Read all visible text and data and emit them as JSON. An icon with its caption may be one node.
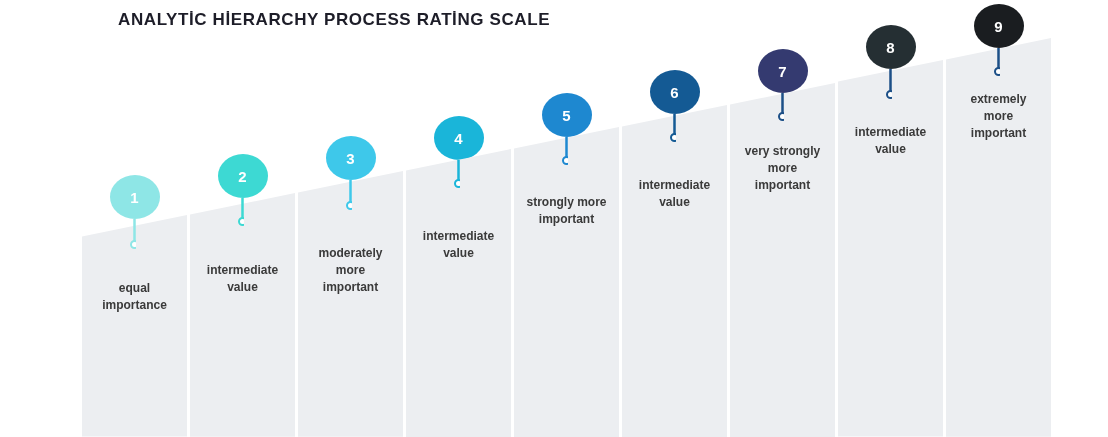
{
  "diagram": {
    "title": "ANALYTİC HİERARCHY PROCESS RATİNG SCALE",
    "nodes": [
      {
        "text": [
          "1"
        ]
      },
      {
        "text": [
          "equal importance"
        ]
      },
      {
        "text": [
          "2"
        ]
      },
      {
        "text": [
          "intermediate value"
        ]
      },
      {
        "text": [
          "3"
        ]
      },
      {
        "text": [
          "moderately more important"
        ]
      },
      {
        "text": [
          "4"
        ]
      },
      {
        "text": [
          "intermediate value"
        ]
      },
      {
        "text": [
          "5"
        ]
      },
      {
        "text": [
          "strongly more important"
        ]
      },
      {
        "text": [
          "6"
        ]
      },
      {
        "text": [
          "intermediate value"
        ]
      },
      {
        "text": [
          "7"
        ]
      },
      {
        "text": [
          "very strongly more important"
        ]
      },
      {
        "text": [
          "8"
        ]
      },
      {
        "text": [
          "intermediate value"
        ]
      },
      {
        "text": [
          "9"
        ]
      },
      {
        "text": [
          "extremely more important"
        ]
      }
    ],
    "edges": [
      {
        "from": 0,
        "to": 1,
        "arrow": "other",
        "color": "#8ee6e6"
      },
      {
        "from": 2,
        "to": 3,
        "arrow": "other",
        "color": "#3dd9d3"
      },
      {
        "from": 4,
        "to": 5,
        "arrow": "other",
        "color": "#3ec8ea"
      },
      {
        "from": 6,
        "to": 7,
        "arrow": "other",
        "color": "#1ab5d9"
      },
      {
        "from": 8,
        "to": 9,
        "arrow": "other",
        "color": "#1e88d0"
      },
      {
        "from": 10,
        "to": 11,
        "arrow": "other",
        "color": "#145a94"
      },
      {
        "from": 12,
        "to": 13,
        "arrow": "other",
        "color": "#1c4f87"
      },
      {
        "from": 14,
        "to": 15,
        "arrow": "other",
        "color": "#1c4f87"
      },
      {
        "from": 16,
        "to": 17,
        "arrow": "other",
        "color": "#1c4f87"
      }
    ]
  }
}
